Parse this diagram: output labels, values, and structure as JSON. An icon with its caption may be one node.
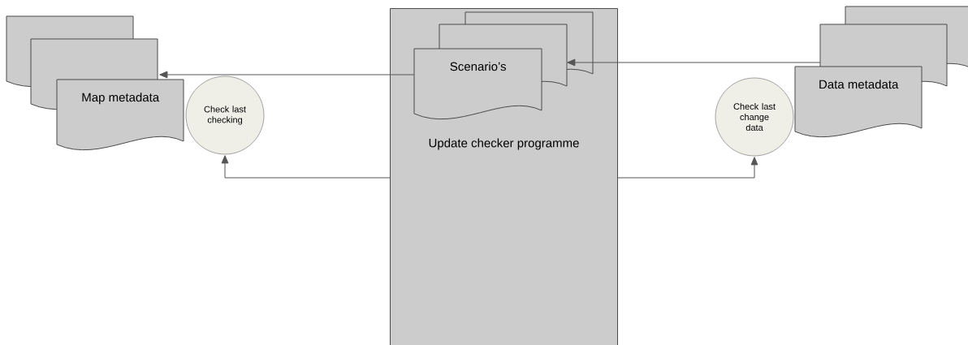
{
  "diagram": {
    "nodes": [
      {
        "text": [
          "Update checker programme"
        ]
      },
      {
        "text": [
          "Scenario’s"
        ],
        "in": 0
      },
      {
        "text": [
          "Map metadata"
        ]
      },
      {
        "text": [
          "Check last checking"
        ]
      },
      {
        "text": [
          "Data metadata"
        ]
      },
      {
        "text": [
          "Check last change data"
        ]
      }
    ],
    "edges": [
      {
        "from": 1,
        "to": 2,
        "arrow": "to"
      },
      {
        "from": 4,
        "to": 1,
        "arrow": "to"
      },
      {
        "from": 0,
        "to": 3,
        "arrow": "to"
      },
      {
        "from": 0,
        "to": 5,
        "arrow": "to"
      }
    ]
  }
}
